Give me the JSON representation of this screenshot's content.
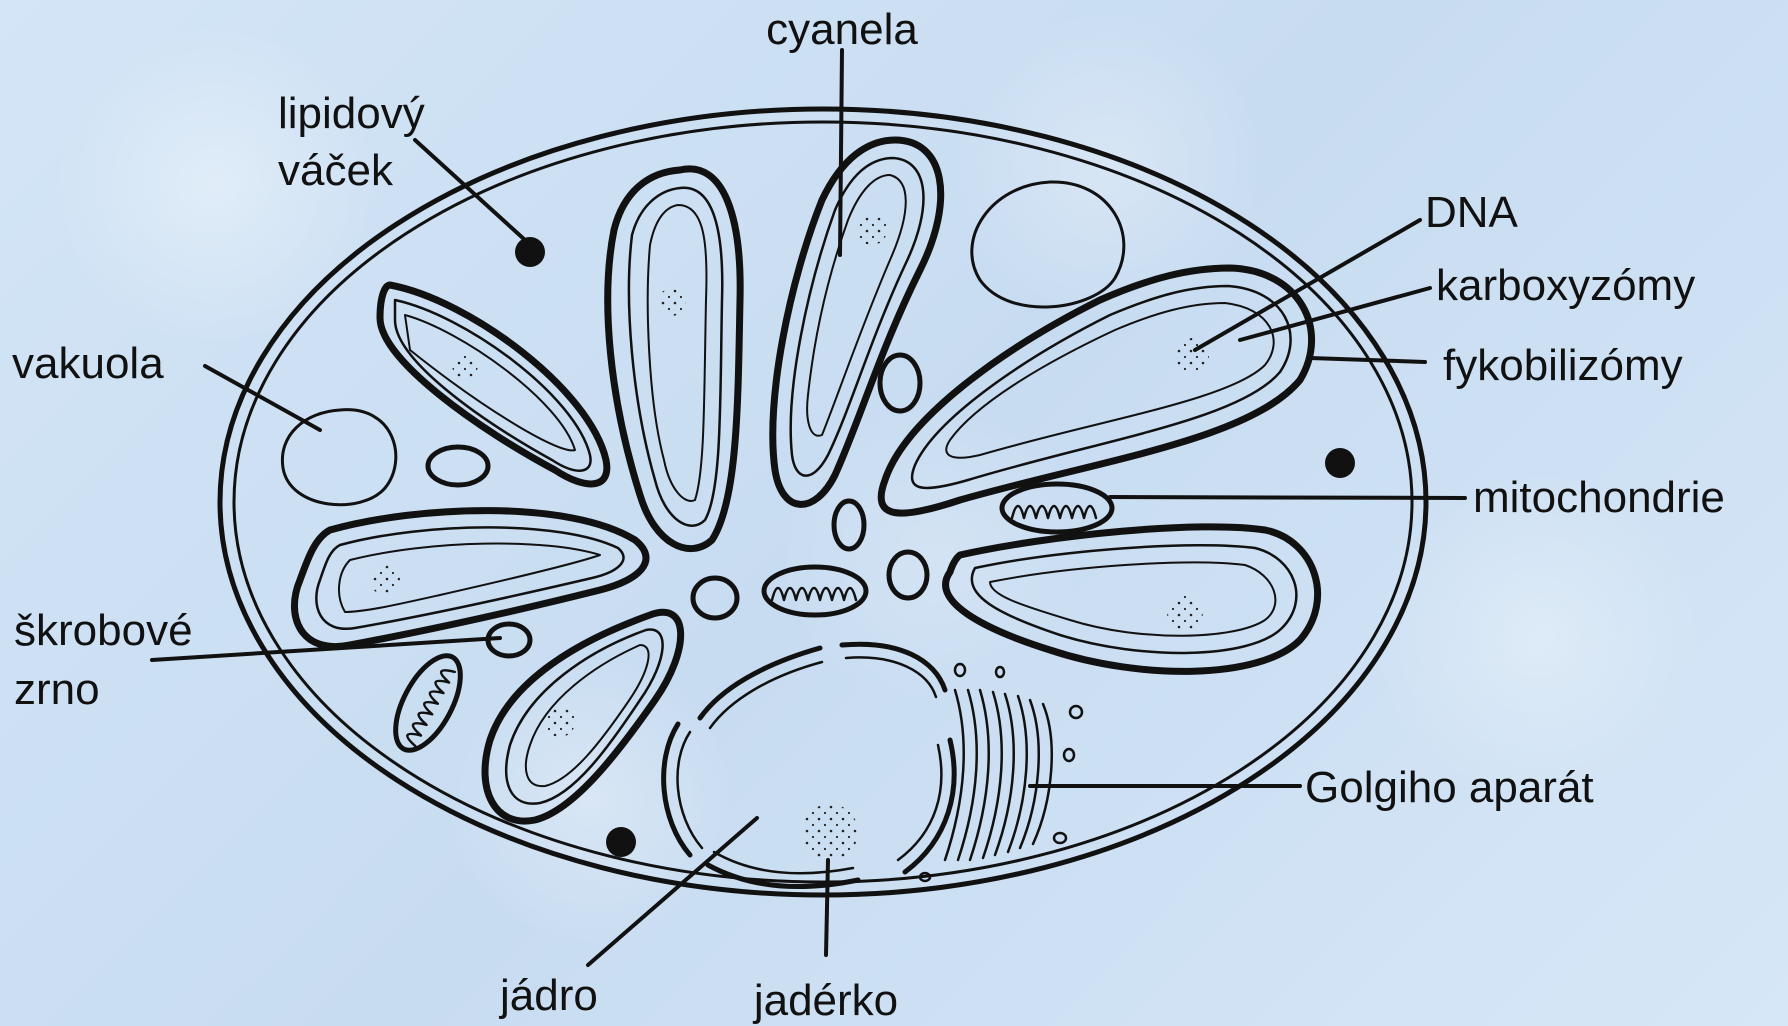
{
  "labels": {
    "cyanela": "cyanela",
    "lipid_line1": "lipidový",
    "lipid_line2": "váček",
    "dna": "DNA",
    "karboxyzomy": "karboxyzómy",
    "fykobilizomy": "fykobilizómy",
    "vakuola": "vakuola",
    "mitochondrie": "mitochondrie",
    "skrob_line1": "škrobové",
    "skrob_line2": "zrno",
    "golgi": "Golgiho aparát",
    "jadro": "jádro",
    "jaderko": "jadérko"
  },
  "colors": {
    "background": "#cfe2f4",
    "stroke": "#111111"
  }
}
